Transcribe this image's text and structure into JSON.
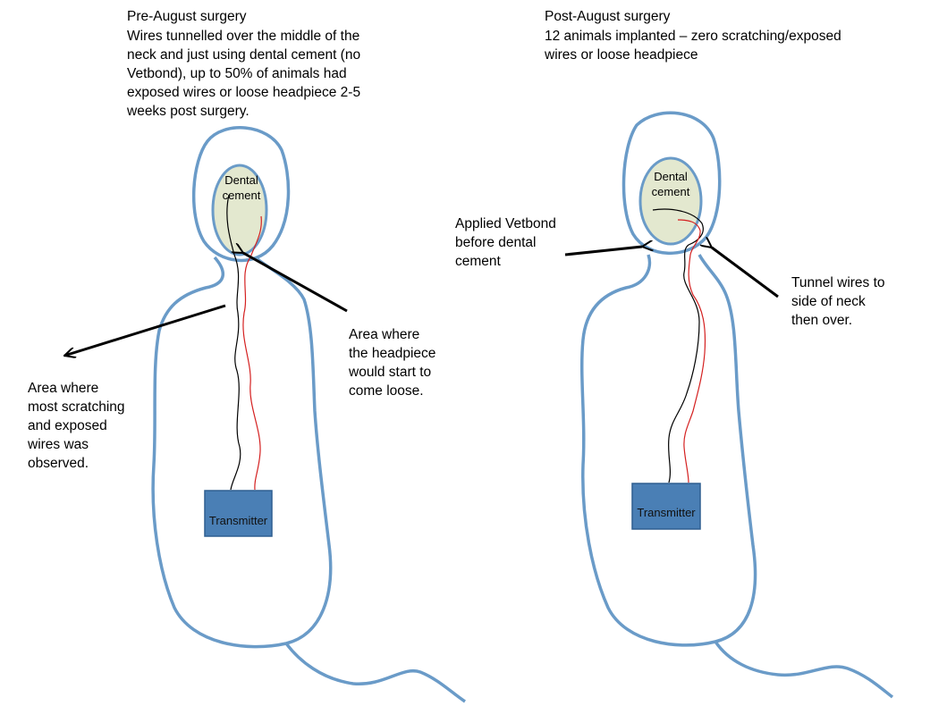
{
  "left": {
    "heading_title": "Pre-August surgery",
    "heading_body": "Wires tunnelled over the middle of the\nneck and just using dental cement (no\nVetbond), up to 50% of animals had\nexposed wires or loose headpiece 2-5\nweeks post surgery.",
    "dental_label": "Dental\ncement",
    "transmitter_label": "Transmitter",
    "callout_scratch": "Area where\nmost scratching\nand exposed\nwires was\nobserved.",
    "callout_loose": "Area where\nthe headpiece\nwould start to\ncome loose."
  },
  "right": {
    "heading_title": "Post-August surgery",
    "heading_body": "12 animals implanted – zero scratching/exposed\nwires or loose headpiece",
    "dental_label": "Dental\ncement",
    "transmitter_label": "Transmitter",
    "callout_vetbond": "Applied Vetbond\nbefore dental\ncement",
    "callout_tunnel": "Tunnel wires to\nside of neck\nthen over."
  },
  "colors": {
    "outline": "#6a9bc8",
    "dental_fill": "#e3e8cf",
    "transmitter_fill": "#4a7fb5",
    "transmitter_stroke": "#2e5f90",
    "red_wire": "#d42020",
    "black_wire": "#000000"
  }
}
